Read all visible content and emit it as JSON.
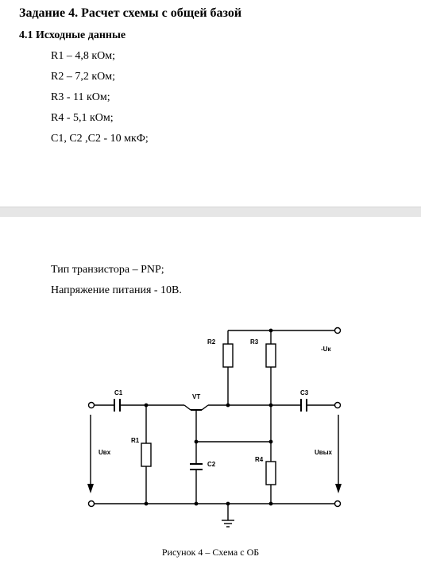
{
  "heading": "Задание 4. Расчет схемы с общей базой",
  "subheading": "4.1 Исходные данные",
  "params": [
    "R1 – 4,8 кОм;",
    "R2 – 7,2 кОм;",
    "R3 - 11 кОм;",
    "R4 - 5,1 кОм;",
    "C1, C2 ,C2 - 10 мкФ;"
  ],
  "transistor_type": "Тип транзистора – PNP;",
  "supply_voltage": "Напряжение питания - 10В.",
  "schematic": {
    "labels": {
      "r1": "R1",
      "r2": "R2",
      "r3": "R3",
      "r4": "R4",
      "c1": "C1",
      "c2": "C2",
      "c3": "C3",
      "vt": "VT",
      "supply": "-Uк",
      "input": "Uвх",
      "output": "Uвых"
    }
  },
  "caption": "Рисунок 4 – Схема с ОБ"
}
